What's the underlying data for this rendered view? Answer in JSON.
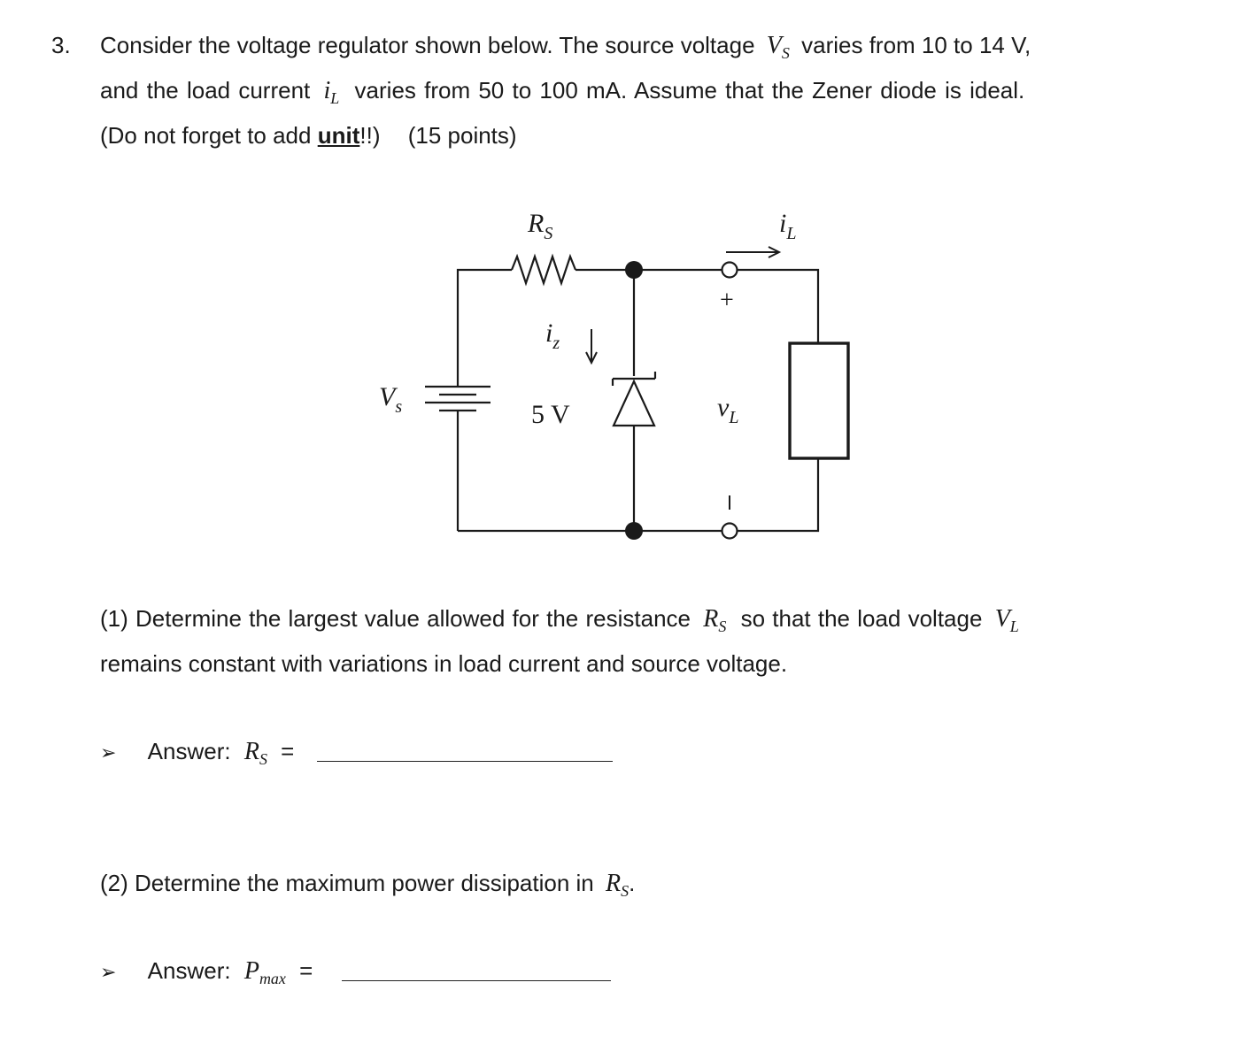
{
  "question": {
    "number": "3.",
    "line1_a": "Consider the voltage regulator shown below. The source voltage",
    "var_vs": "V",
    "var_vs_sub": "S",
    "line1_b": "varies from 10 to 14 V,",
    "line2_a": "and the load current",
    "var_il": "i",
    "var_il_sub": "L",
    "line2_b": "varies from 50 to 100 mA. Assume that the Zener diode is ideal.",
    "line3_a": "(Do not forget to add",
    "line3_unit": "unit",
    "line3_b": "!!)",
    "points": "(15 points)"
  },
  "circuit": {
    "rs_label": "R",
    "rs_sub": "S",
    "il_label": "i",
    "il_sub": "L",
    "iz_label": "i",
    "iz_sub": "z",
    "vs_label": "V",
    "vs_sub": "s",
    "zener_voltage": "5 V",
    "vl_label": "v",
    "vl_sub": "L",
    "plus": "+",
    "minus": "–"
  },
  "part1": {
    "line1_a": "(1) Determine the largest value allowed for the resistance",
    "var_rs": "R",
    "var_rs_sub": "S",
    "line1_b": "so that the load voltage",
    "var_vl": "V",
    "var_vl_sub": "L",
    "line2": "remains constant with variations in load current and source voltage.",
    "answer_label": "Answer:",
    "answer_var": "R",
    "answer_var_sub": "S",
    "equals": "="
  },
  "part2": {
    "line1": "(2) Determine the maximum power dissipation in",
    "var_rs": "R",
    "var_rs_sub": "S",
    "period": ".",
    "answer_label": "Answer:",
    "answer_var": "P",
    "answer_var_sub": "max",
    "equals": "="
  },
  "bullet_glyph": "➢"
}
